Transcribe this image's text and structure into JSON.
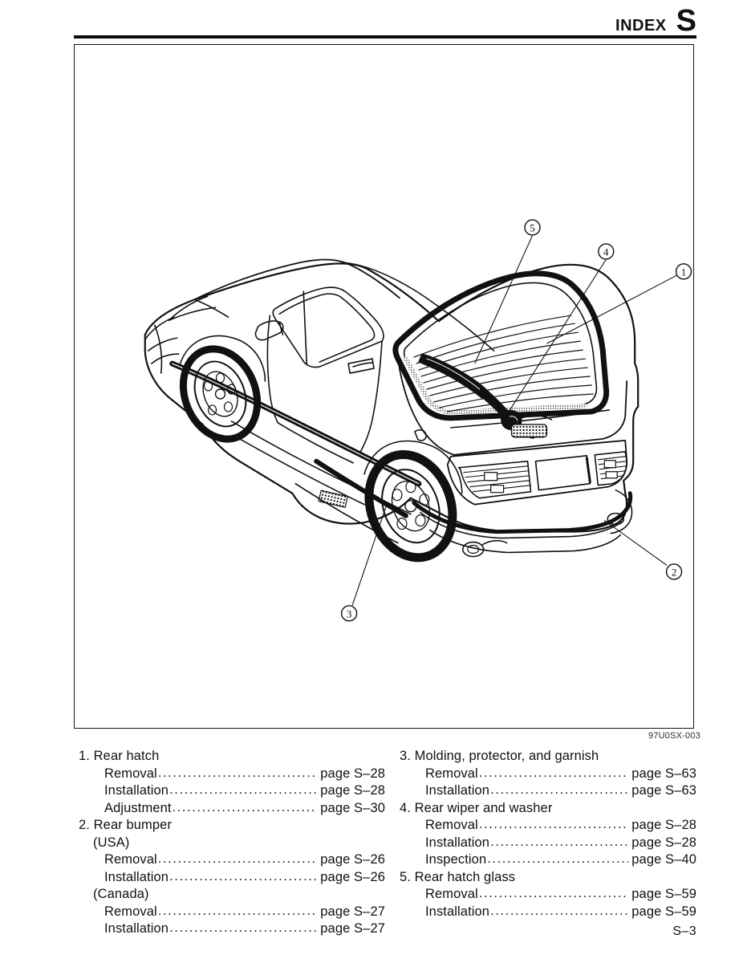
{
  "header": {
    "index_label": "INDEX",
    "section_letter": "S"
  },
  "figure": {
    "code": "97U0SX-003",
    "subject": "rear-three-quarter-view-line-drawing-of-hatchback-sports-car",
    "callouts": [
      {
        "number": "1",
        "target": "rear hatch"
      },
      {
        "number": "2",
        "target": "rear bumper"
      },
      {
        "number": "3",
        "target": "molding, protector, and garnish"
      },
      {
        "number": "4",
        "target": "rear wiper and washer"
      },
      {
        "number": "5",
        "target": "rear hatch glass"
      }
    ]
  },
  "index": {
    "left_column": [
      {
        "number": "1.",
        "title": "Rear hatch",
        "rows": [
          {
            "label": "Removal",
            "pageref": "page S–28"
          },
          {
            "label": "Installation",
            "pageref": "page S–28"
          },
          {
            "label": "Adjustment",
            "pageref": "page S–30"
          }
        ]
      },
      {
        "number": "2.",
        "title": "Rear bumper",
        "groups": [
          {
            "subtitle": "(USA)",
            "rows": [
              {
                "label": "Removal",
                "pageref": "page S–26"
              },
              {
                "label": "Installation",
                "pageref": "page S–26"
              }
            ]
          },
          {
            "subtitle": "(Canada)",
            "rows": [
              {
                "label": "Removal",
                "pageref": "page S–27"
              },
              {
                "label": "Installation",
                "pageref": "page S–27"
              }
            ]
          }
        ]
      }
    ],
    "right_column": [
      {
        "number": "3.",
        "title": "Molding, protector, and garnish",
        "rows": [
          {
            "label": "Removal",
            "pageref": "page S–63"
          },
          {
            "label": "Installation",
            "pageref": "page S–63"
          }
        ]
      },
      {
        "number": "4.",
        "title": "Rear wiper and washer",
        "rows": [
          {
            "label": "Removal",
            "pageref": "page S–28"
          },
          {
            "label": "Installation",
            "pageref": "page S–28"
          },
          {
            "label": "Inspection",
            "pageref": "page S–40"
          }
        ]
      },
      {
        "number": "5.",
        "title": "Rear hatch glass",
        "rows": [
          {
            "label": "Removal",
            "pageref": "page S–59"
          },
          {
            "label": "Installation",
            "pageref": "page S–59"
          }
        ]
      }
    ],
    "dot_leader": "..............................................................."
  },
  "footer": {
    "page_number": "S–3"
  }
}
